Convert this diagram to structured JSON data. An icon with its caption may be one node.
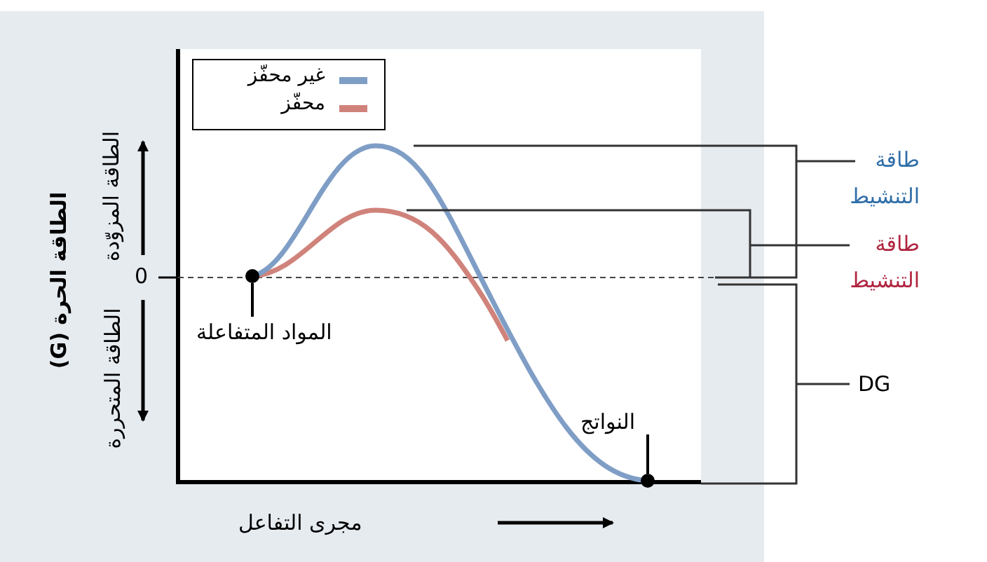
{
  "diagram": {
    "nodes": [
      {
        "text": [
          "المواد المتفاعلة"
        ]
      },
      {
        "text": [],
        "shape": "circle"
      },
      {
        "text": [
          "النواتج"
        ]
      },
      {
        "text": [],
        "shape": "circle"
      }
    ],
    "edges": [
      {
        "from": 0,
        "to": 1,
        "arrow": "none"
      },
      {
        "from": 2,
        "to": 3,
        "arrow": "none"
      }
    ],
    "labels": [
      "الطاقة المزوّدة",
      "الطاقة الحرة (G)",
      "الطاقة المتحررة",
      "0",
      "مجرى التفاعل",
      "طاقة التنشيط",
      "طاقة التنشيط",
      "DG"
    ],
    "legend": [
      {
        "text": "غير محفّز",
        "color": "#7f9ec6"
      },
      {
        "text": "محفّز",
        "color": "#d0837b"
      }
    ]
  }
}
